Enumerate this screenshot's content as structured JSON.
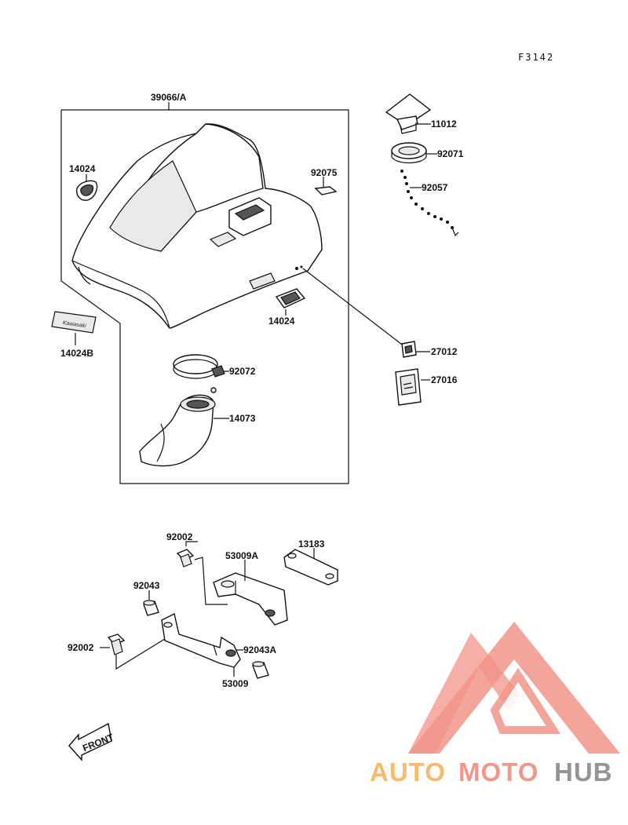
{
  "diagram": {
    "figure_code": "F3142",
    "labels": {
      "p39066A": "39066/A",
      "p14024_left": "14024",
      "p92075": "92075",
      "p11012": "11012",
      "p92071": "92071",
      "p92057": "92057",
      "p14024_lower": "14024",
      "p14024B": "14024B",
      "p27012": "27012",
      "p27016": "27016",
      "p92072": "92072",
      "p14073": "14073",
      "p92002_top": "92002",
      "p53009A": "53009A",
      "p13183": "13183",
      "p92043": "92043",
      "p92002_bottom": "92002",
      "p92043A": "92043A",
      "p53009": "53009"
    },
    "front_label": "FRONT",
    "emblem_text": "Kawasaki"
  },
  "watermark": {
    "word_part1": "AUTO",
    "word_part2": "MOTO",
    "word_part3": "HUB",
    "colors": {
      "orange": "#f6b35c",
      "salmon": "#ee8c7e",
      "gray": "#8a8a8a",
      "triangle": "#f08a7e"
    }
  }
}
